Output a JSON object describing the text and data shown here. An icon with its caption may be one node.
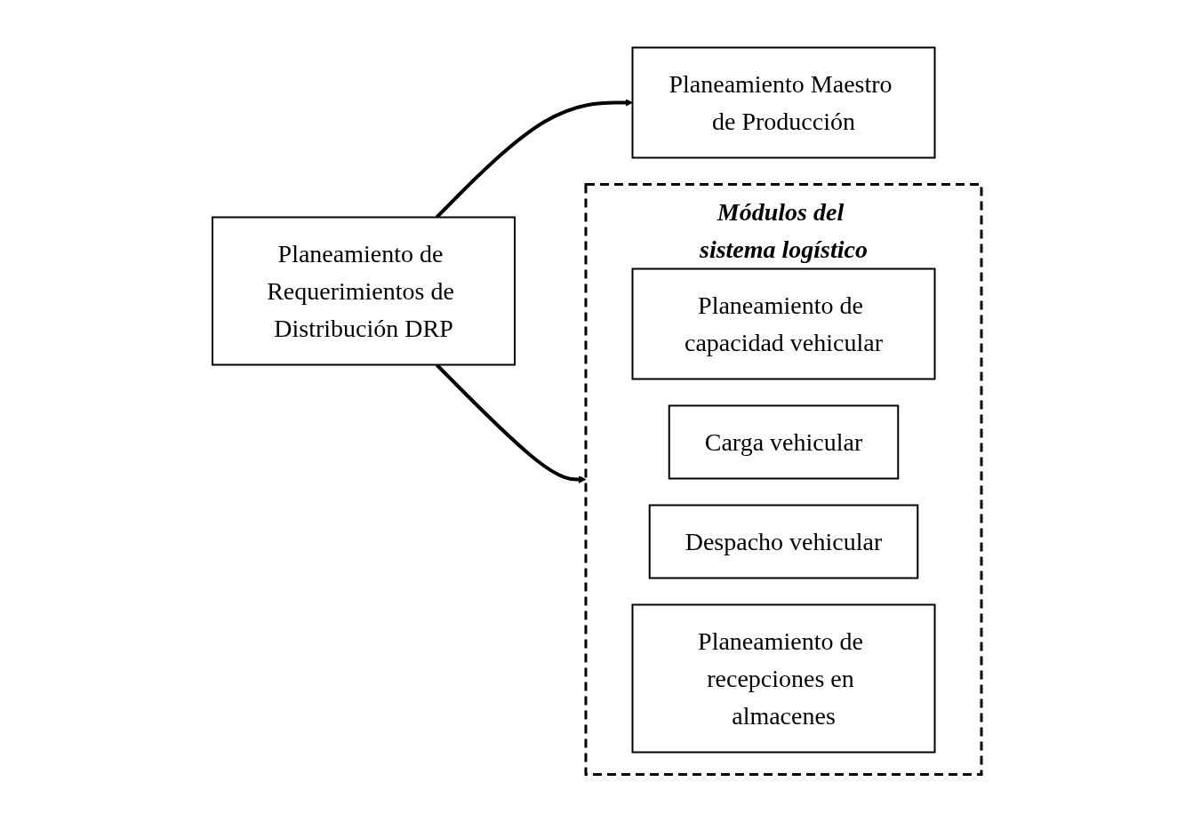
{
  "diagram": {
    "nodes": [
      {
        "text": [
          "Planeamiento de Requerimientos de Distribución DRP"
        ]
      },
      {
        "text": [
          "Planeamiento Maestro de Producción"
        ]
      },
      {
        "text": [
          "Módulos del sistema logístico"
        ]
      },
      {
        "text": [
          "Planeamiento de capacidad vehicular"
        ],
        "in": 2
      },
      {
        "text": [
          "Carga vehicular"
        ],
        "in": 2
      },
      {
        "text": [
          "Despacho vehicular"
        ],
        "in": 2
      },
      {
        "text": [
          "Planeamiento de recepciones en almacenes"
        ],
        "in": 2
      }
    ],
    "edges": [
      {
        "from": 0,
        "to": 2,
        "arrow": "to"
      },
      {
        "from": 0,
        "to": 1,
        "arrow": "to"
      }
    ]
  }
}
